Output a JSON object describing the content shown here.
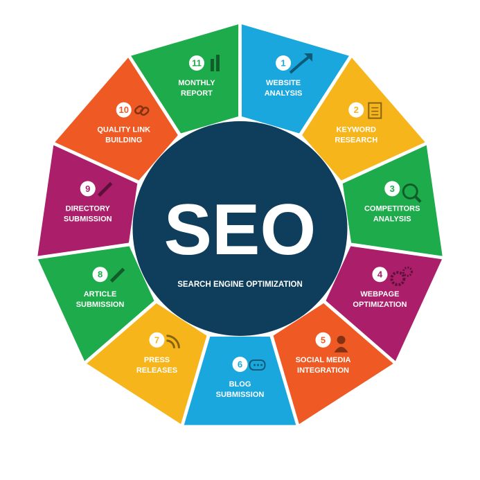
{
  "center": {
    "title": "SEO",
    "subtitle": "SEARCH ENGINE OPTIMIZATION",
    "color": "#0f3e5c"
  },
  "segments": [
    {
      "number": "1",
      "line1": "WEBSITE",
      "line2": "ANALYSIS",
      "color": "#1aa7dd",
      "icon": "trend-arrow-icon"
    },
    {
      "number": "2",
      "line1": "KEYWORD",
      "line2": "RESEARCH",
      "color": "#f6b61b",
      "icon": "document-icon"
    },
    {
      "number": "3",
      "line1": "COMPETITORS",
      "line2": "ANALYSIS",
      "color": "#1eab4b",
      "icon": "magnifier-icon"
    },
    {
      "number": "4",
      "line1": "WEBPAGE",
      "line2": "OPTIMIZATION",
      "color": "#ab1f6a",
      "icon": "gears-icon"
    },
    {
      "number": "5",
      "line1": "SOCIAL MEDIA",
      "line2": "INTEGRATION",
      "color": "#ef5a24",
      "icon": "person-icon"
    },
    {
      "number": "6",
      "line1": "BLOG",
      "line2": "SUBMISSION",
      "color": "#1aa7dd",
      "icon": "chat-bubbles-icon"
    },
    {
      "number": "7",
      "line1": "PRESS",
      "line2": "RELEASES",
      "color": "#f6b61b",
      "icon": "rss-icon"
    },
    {
      "number": "8",
      "line1": "ARTICLE",
      "line2": "SUBMISSION",
      "color": "#1eab4b",
      "icon": "pencil-icon"
    },
    {
      "number": "9",
      "line1": "DIRECTORY",
      "line2": "SUBMISSION",
      "color": "#ab1f6a",
      "icon": "pen-icon"
    },
    {
      "number": "10",
      "line1": "QUALITY LINK",
      "line2": "BUILDING",
      "color": "#ef5a24",
      "icon": "link-icon"
    },
    {
      "number": "11",
      "line1": "MONTHLY",
      "line2": "REPORT",
      "color": "#1eab4b",
      "icon": "bar-chart-icon"
    }
  ]
}
